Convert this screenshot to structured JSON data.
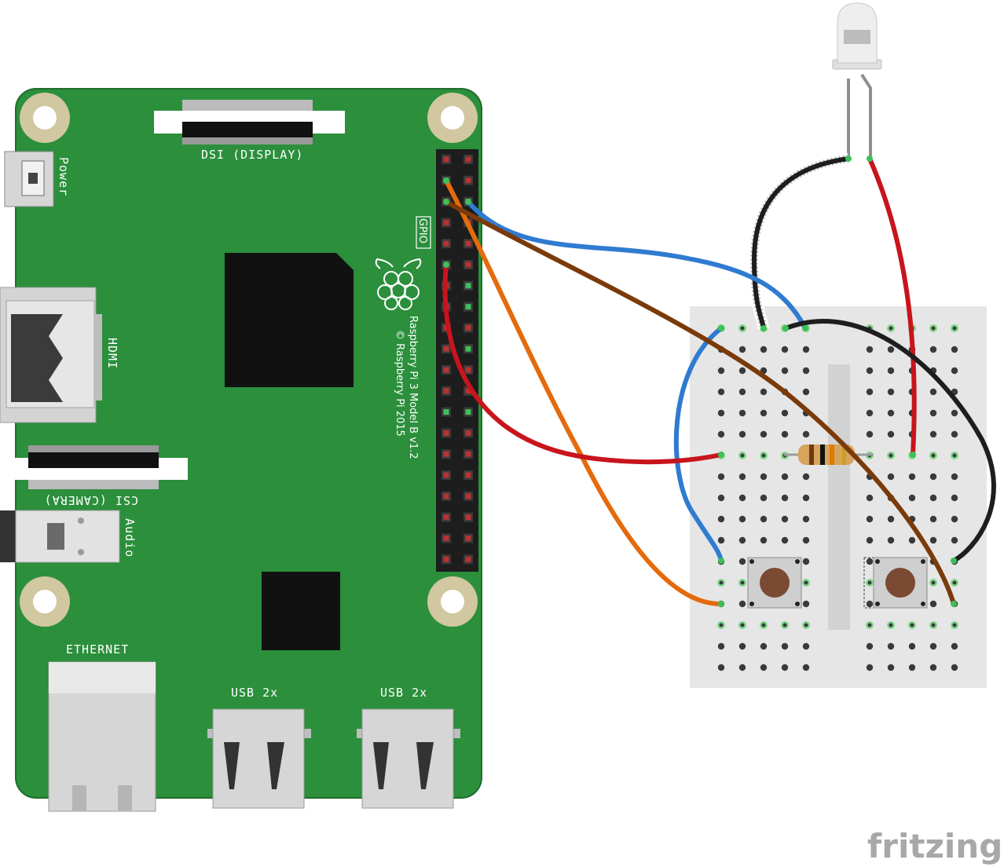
{
  "labels": {
    "dsi": "DSI (DISPLAY)",
    "power": "Power",
    "hdmi": "HDMI",
    "gpio": "GPIO",
    "csi": "CSI (CAMERA)",
    "audio": "Audio",
    "ethernet": "ETHERNET",
    "usb_left": "USB 2x",
    "usb_right": "USB 2x",
    "model": "Raspberry Pi 3 Model B v1.2",
    "copyright": "© Raspberry Pi 2015",
    "watermark": "fritzing"
  },
  "colors": {
    "board": "#2b8f3c",
    "board_edge": "#1f6e2c",
    "mount_hole": "#d1c7a0",
    "breadboard": "#e6e6e6",
    "wire_blue": "#2f7bd1",
    "wire_orange": "#e56a0c",
    "wire_brown": "#7a3a0a",
    "wire_red": "#c8141c",
    "wire_black": "#1e1e1e",
    "pin_green": "#3fbf5a",
    "pin_red": "#b83232"
  },
  "components": {
    "led": "led",
    "resistor": "resistor",
    "button_left": "push-button",
    "button_right": "push-button"
  }
}
